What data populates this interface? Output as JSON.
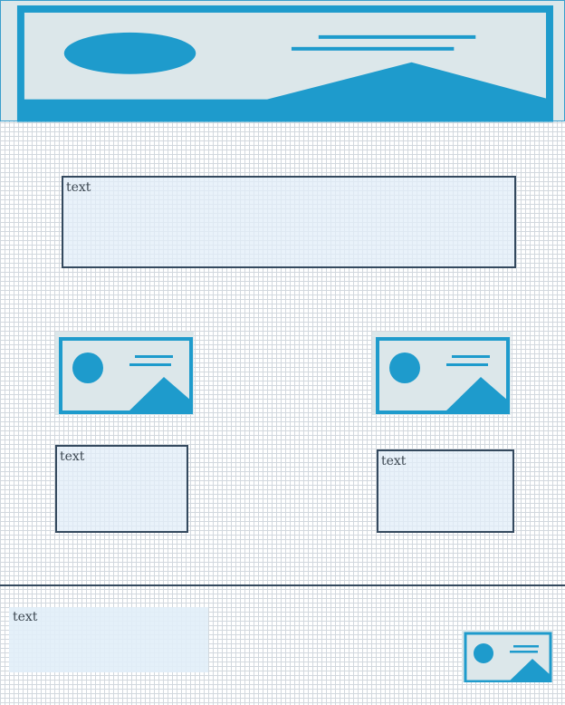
{
  "colors": {
    "accent": "#1e9bcc",
    "placeholder_bg": "#dce7ea",
    "text_box_border": "#34495e",
    "text_box_fill": "#e1eef8",
    "grid": "#d2d8de"
  },
  "header": {
    "image_icon": "image-placeholder-icon"
  },
  "main": {
    "text_block": {
      "label": "text"
    },
    "left_card": {
      "image_icon": "image-placeholder-icon",
      "text": {
        "label": "text"
      }
    },
    "right_card": {
      "image_icon": "image-placeholder-icon",
      "text": {
        "label": "text"
      }
    }
  },
  "footer": {
    "text": {
      "label": "text"
    },
    "image_icon": "image-placeholder-icon"
  }
}
